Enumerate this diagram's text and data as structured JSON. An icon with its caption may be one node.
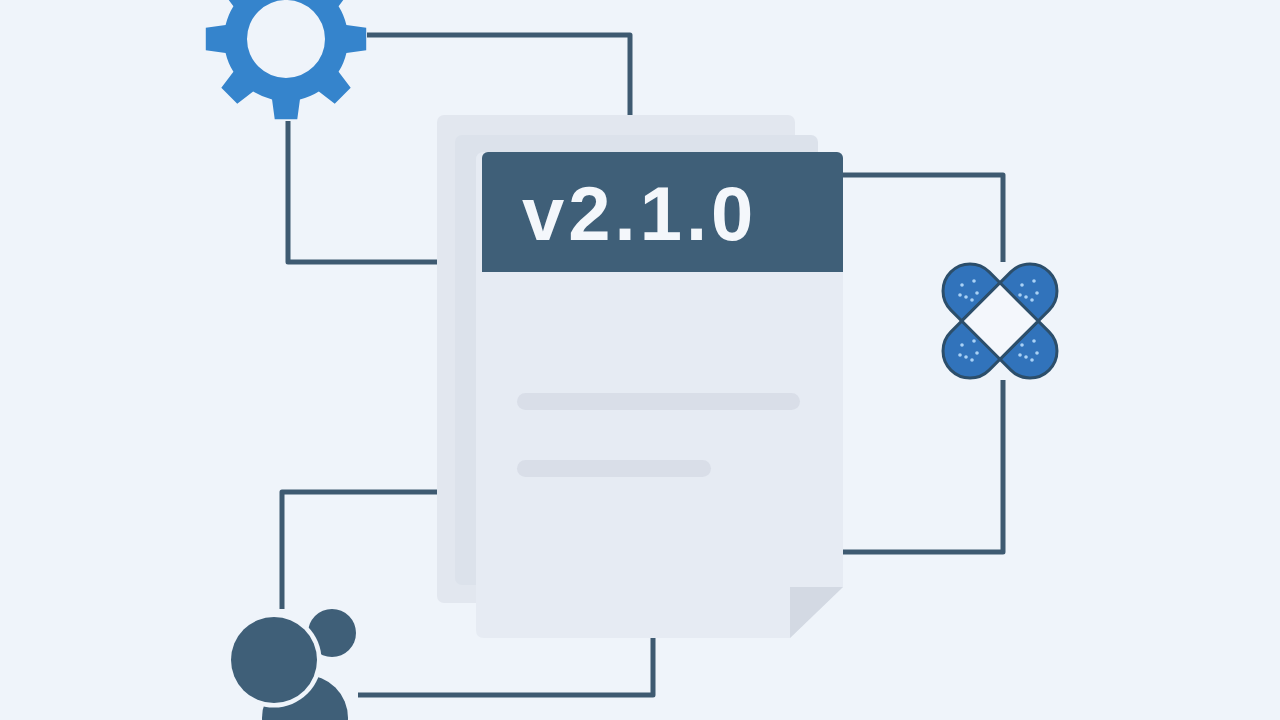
{
  "diagram": {
    "nodes": [
      {
        "text": [],
        "shape": "picture"
      },
      {
        "text": [
          "v2.1.0"
        ]
      },
      {
        "text": [],
        "shape": "picture"
      },
      {
        "text": [],
        "shape": "picture"
      }
    ],
    "edges": [
      {
        "from": 0,
        "to": 1,
        "arrow": "none"
      },
      {
        "from": 0,
        "to": 1,
        "arrow": "none"
      },
      {
        "from": 2,
        "to": 1,
        "arrow": "none"
      },
      {
        "from": 2,
        "to": 1,
        "arrow": "none"
      },
      {
        "from": 3,
        "to": 1,
        "arrow": "none"
      },
      {
        "from": 3,
        "to": 1,
        "arrow": "none"
      }
    ]
  }
}
